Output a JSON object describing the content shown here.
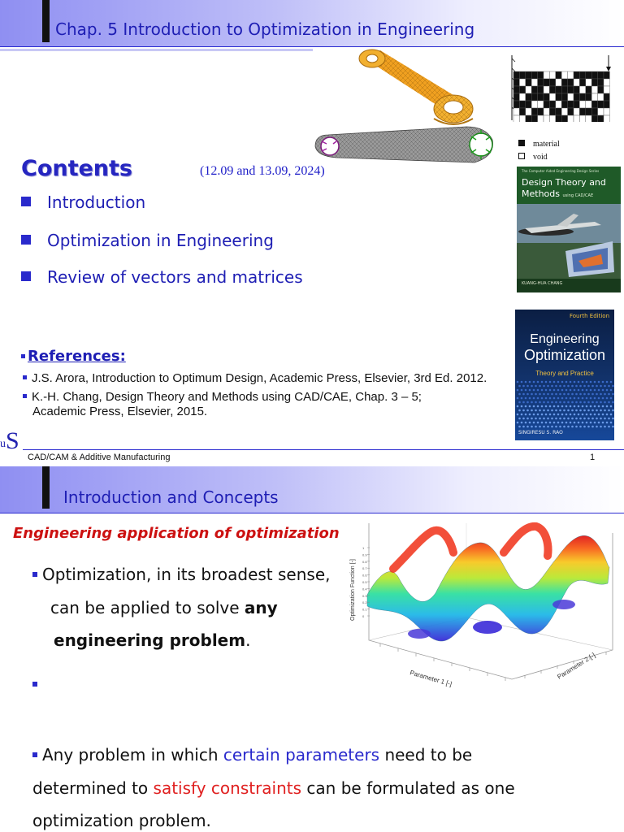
{
  "slide1": {
    "header_title": "Chap. 5 Introduction to Optimization in Engineering",
    "contents_title": "Contents",
    "dates": "(12.09 and 13.09, 2024)",
    "bullets": [
      "Introduction",
      "Optimization in Engineering",
      "Review of vectors and matrices"
    ],
    "references_title": "References:",
    "references": [
      "J.S. Arora, Introduction to Optimum Design, Academic Press, Elsevier, 3rd Ed. 2012.",
      "K.-H. Chang, Design Theory and Methods using CAD/CAE, Chap. 3 – 5;",
      "Academic Press, Elsevier, 2015."
    ],
    "legend": {
      "material": "material",
      "void": "void"
    },
    "book1": {
      "series": "The Computer Aided Engineering Design Series",
      "title_line1": "Design Theory and",
      "title_line2": "Methods",
      "title_suffix": "using CAD/CAE",
      "author": "KUANG-HUA CHANG"
    },
    "book2": {
      "edition": "Fourth Edition",
      "title_line1": "Engineering",
      "title_line2": "Optimization",
      "subtitle": "Theory and Practice",
      "author": "SINGIRESU S. RAO"
    },
    "footer_logo": "S",
    "footer_logo_prefix": "u",
    "footer_text": "CAD/CAM & Additive Manufacturing",
    "page_number": "1"
  },
  "slide2": {
    "header_title": "Introduction and Concepts",
    "subtitle": "Engineering application of optimization",
    "para1": {
      "line1": "Optimization, in its broadest sense,",
      "line2": "can be applied to solve",
      "line2_bold": "any",
      "line3_bold": "engineering problem",
      "line3_end": "."
    },
    "para2": {
      "line1_a": "Any problem in which",
      "line1_b": "certain parameters",
      "line1_c": "need to be",
      "line2_a": "determined to",
      "line2_b": "satisfy constraints",
      "line2_c": "can be formulated as one",
      "line3": "optimization problem."
    },
    "plot": {
      "zlabel": "Optimization Function [-]",
      "xlabel": "Parameter 1 [-]",
      "ylabel": "Parameter 2 [-]",
      "zticks": [
        "1",
        "0.9",
        "0.8",
        "0.7",
        "0.6",
        "0.5",
        "0.4",
        "0.3",
        "0.2",
        "0.1",
        "0"
      ]
    }
  }
}
